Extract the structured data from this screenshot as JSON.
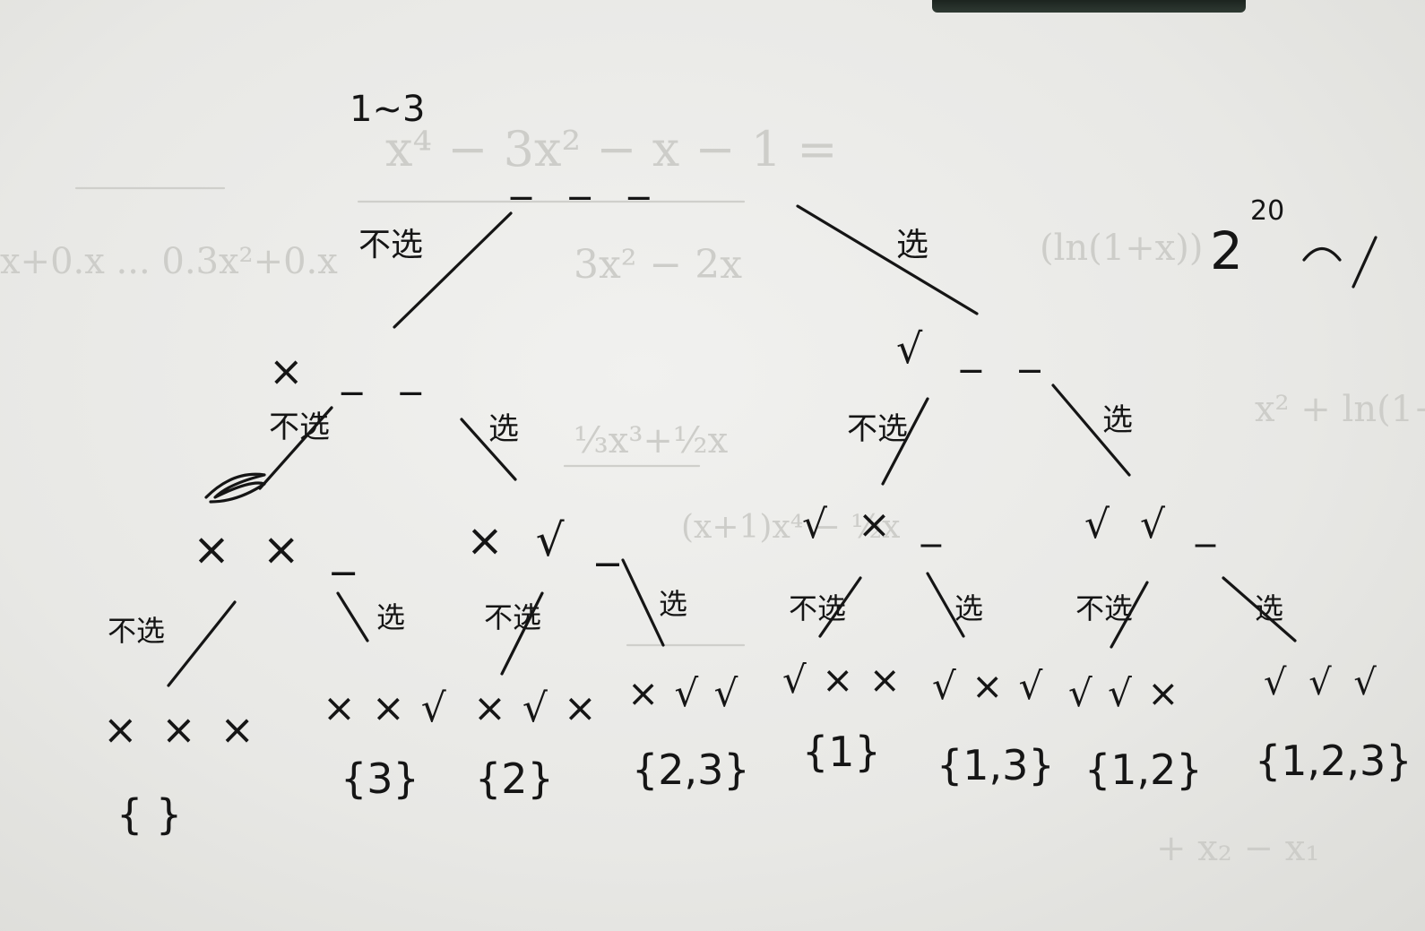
{
  "header": {
    "range": "1~3",
    "power": "2",
    "exponent": "20"
  },
  "branch_labels": {
    "select": "选",
    "not_select": "不选"
  },
  "marks": {
    "yes": "√",
    "no": "×",
    "blank": "_"
  },
  "levels": {
    "root": "_ _ _",
    "level1": [
      "× _ _",
      "√ _ _"
    ],
    "level2": [
      "× × _",
      "× √ _",
      "√ × _",
      "√ √ _"
    ],
    "leaves": [
      "× × ×",
      "× × √",
      "× √ ×",
      "× √ √",
      "√ × ×",
      "√ × √",
      "√ √ ×",
      "√ √ √"
    ]
  },
  "subsets": [
    "{ }",
    "{3}",
    "{2}",
    "{2,3}",
    "{1}",
    "{1,3}",
    "{1,2}",
    "{1,2,3}"
  ]
}
